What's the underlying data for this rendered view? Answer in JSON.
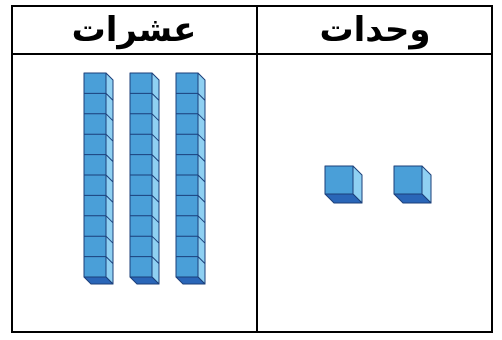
{
  "table": {
    "headers": {
      "units": "وحدات",
      "tens": "عشرات"
    }
  },
  "blocks": {
    "tens_rods": 3,
    "units_cubes": 2,
    "cubes_per_rod": 10,
    "colors": {
      "front": "#4a9fd8",
      "top": "#8fd0f2",
      "side": "#2a66b8",
      "edge": "#1b3f7a",
      "bottom": "#1f5aa8"
    }
  }
}
